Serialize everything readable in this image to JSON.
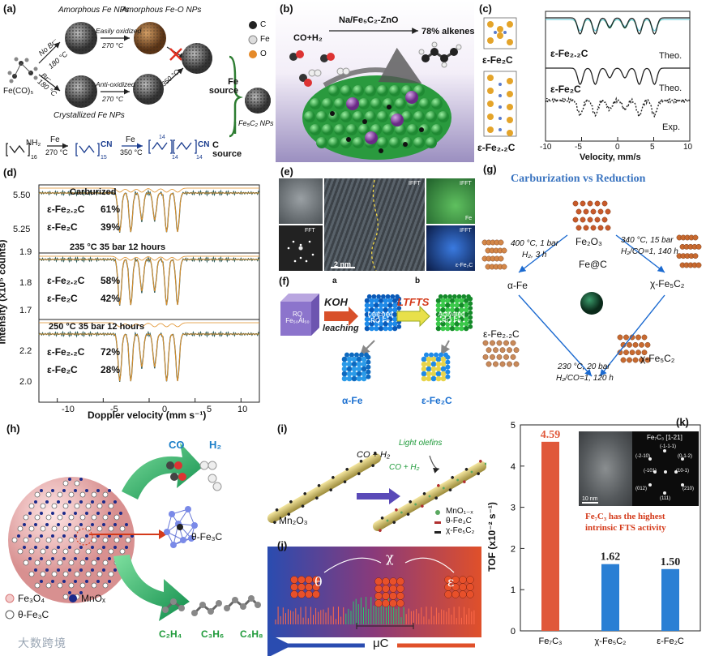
{
  "figure": {
    "watermark": "大数跨境"
  },
  "panel_a": {
    "label": "(a)",
    "amorphous_fe": "Amorphous Fe NPs",
    "amorphous_feo": "Amorphous Fe-O NPs",
    "no_br": "No Br⁻",
    "br": "Br⁻",
    "temp_180_a": "180 °C",
    "temp_180_b": "180 °C",
    "easily_oxidized": "Easily oxidized",
    "anti_oxidized": "Anti-oxidized",
    "temp_270_a": "270 °C",
    "temp_270_b": "270 °C",
    "temp_350": "350 °C",
    "crystallized": "Crystallized Fe NPs",
    "precursor": "Fe(CO)₅",
    "fe_source": "Fe source",
    "c_source": "C source",
    "product": "Fe₅C₂ NPs",
    "legend": [
      "C",
      "Fe",
      "O"
    ],
    "chain_nh2": "NH₂",
    "chain_16": "16",
    "chain_15": "15",
    "chain_14a": "14",
    "chain_14b": "14",
    "chain_14c": "14",
    "chain_cn_a": "CN",
    "chain_cn_b": "CN",
    "step1_fe": "Fe",
    "step1_temp": "270 °C",
    "step2_fe": "Fe",
    "step2_temp": "350 °C"
  },
  "panel_b": {
    "label": "(b)",
    "catalyst": "Na/Fe₅C₂-ZnO",
    "reactant": "CO+H₂",
    "result": "78% alkenes"
  },
  "panel_c": {
    "label": "(c)",
    "phase_top": "ε-Fe₂C",
    "phase_bottom": "ε-Fe₂.₂C",
    "curve1": "ε-Fe₂.₂C",
    "curve1_tag": "Theo.",
    "curve2": "ε-Fe₂C",
    "curve2_tag": "Theo.",
    "curve3_tag": "Exp.",
    "xticks": [
      "-10",
      "-5",
      "0",
      "5",
      "10"
    ],
    "xlabel": "Velocity, mm/s"
  },
  "panel_d": {
    "label": "(d)",
    "ylabel": "Intensity (x10⁵ counts)",
    "xlabel": "Doppler velocity (mm s⁻¹)",
    "xticks": [
      "-10",
      "-5",
      "0",
      "5",
      "10"
    ],
    "sub1": {
      "title": "Carburized",
      "yticks": [
        "5.50",
        "5.25"
      ],
      "rows": [
        {
          "phase": "ε-Fe₂.₂C",
          "pct": "61%"
        },
        {
          "phase": "ε-Fe₂C",
          "pct": "39%"
        }
      ]
    },
    "sub2": {
      "title": "235 °C  35 bar 12 hours",
      "yticks": [
        "1.9",
        "1.8",
        "1.7"
      ],
      "rows": [
        {
          "phase": "ε-Fe₂.₂C",
          "pct": "58%"
        },
        {
          "phase": "ε-Fe₂C",
          "pct": "42%"
        }
      ]
    },
    "sub3": {
      "title": "250 °C  35 bar 12 hours",
      "yticks": [
        "2.2",
        "2.0"
      ],
      "rows": [
        {
          "phase": "ε-Fe₂.₂C",
          "pct": "72%"
        },
        {
          "phase": "ε-Fe₂C",
          "pct": "28%"
        }
      ]
    }
  },
  "panel_e": {
    "label": "(e)",
    "fft": "FFT",
    "ifft_a": "IFFT",
    "ifft_b": "IFFT",
    "ifft_c": "IFFT",
    "scale": "2 nm",
    "sub_a": "a",
    "sub_b": "b",
    "fe_label": "Fe",
    "efe_label": "ε-Fe₂C"
  },
  "panel_f": {
    "label": "(f)",
    "start": "RQ Fe₅₀Al₅₀",
    "step1": "KOH",
    "step1b": "leaching",
    "mid": "Leached RQ Fe",
    "step2": "LTFTS",
    "end": "Activated RQ Fe",
    "prod1": "α-Fe",
    "prod2": "ε-Fe₂C"
  },
  "panel_g": {
    "label": "(g)",
    "title": "Carburization vs Reduction",
    "center": "Fe₂O₃",
    "core": "Fe@C",
    "left_cond1": "400 °C, 1 bar",
    "left_cond2": "H₂, 3 h",
    "right_cond1": "340 °C, 15 bar",
    "right_cond2": "H₂/CO=1, 140 h",
    "left_phase": "α-Fe",
    "right_phase": "χ-Fe₅C₂",
    "bl_phase": "ε-Fe₂.₂C",
    "br_phase": "χ-Fe₅C₂",
    "bottom_cond1": "230 °C, 20 bar",
    "bottom_cond2": "H₂/CO=1, 120 h"
  },
  "panel_h": {
    "label": "(h)",
    "co": "CO",
    "h2": "H₂",
    "theta": "θ-Fe₃C",
    "legend_fe3o4": "Fe₃O₄",
    "legend_mnox": "MnOₓ",
    "legend_theta": "θ-Fe₃C",
    "p1": "C₂H₄",
    "p2": "C₃H₆",
    "p3": "C₄H₈"
  },
  "panel_i": {
    "label": "(i)",
    "feed1": "CO + H₂",
    "feed2": "CO + H₂",
    "light": "Light olefins",
    "leg1": "MnO₁₋ₓ",
    "leg2": "θ-Fe₃C",
    "leg3": "χ-Fe₅C₂",
    "rod": "Mn₂O₃"
  },
  "panel_j": {
    "label": "(j)",
    "theta": "θ",
    "chi": "χ",
    "eps": "ε",
    "axis": "μC"
  },
  "panel_k": {
    "label": "(k)",
    "inset_title": "Fe₇C₃ [1-21]",
    "inset_spots": [
      "(-1-1-1)",
      "(-2-10)",
      "(0-1-2)",
      "(-101)",
      "(10-1)",
      "(012)",
      "(210)",
      "(111)"
    ],
    "inset_scale": "10 nm",
    "note1": "Fe₇C₃ has the highest",
    "note2": "intrinsic FTS activity"
  },
  "chart_data": {
    "type": "bar",
    "categories": [
      "Fe₇C₃",
      "χ-Fe₅C₂",
      "ε-Fe₂C"
    ],
    "values": [
      4.59,
      1.62,
      1.5
    ],
    "value_labels": [
      "4.59",
      "1.62",
      "1.50"
    ],
    "ylabel": "TOF (x10⁻² s⁻¹)",
    "ylim": [
      0,
      5
    ],
    "yticks": [
      "0",
      "1",
      "2",
      "3",
      "4",
      "5"
    ],
    "colors": [
      "#e0583a",
      "#2a7fd4",
      "#2a7fd4"
    ],
    "label_colors": [
      "#e0583a",
      "#222222",
      "#222222"
    ]
  }
}
